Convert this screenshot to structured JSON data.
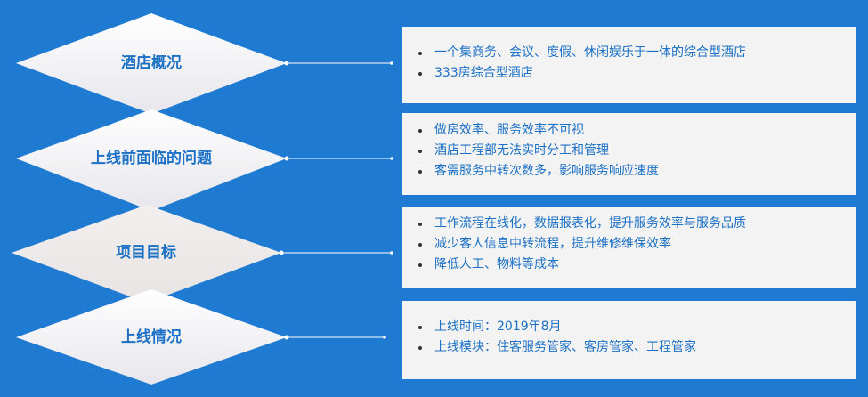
{
  "theme": {
    "background": "#1f7ad2",
    "accent_text": "#1c70c5",
    "panel_bg": "#f3f3f3",
    "diamond_fill_top": "#ffffff",
    "diamond_fill_bottom": "#e6e6ec",
    "connector": "#ffffff"
  },
  "sections": [
    {
      "title": "酒店概况",
      "items": [
        "一个集商务、会议、度假、休闲娱乐于一体的综合型酒店",
        "333房综合型酒店"
      ]
    },
    {
      "title": "上线前面临的问题",
      "items": [
        "做房效率、服务效率不可视",
        "酒店工程部无法实时分工和管理",
        "客需服务中转次数多，影响服务响应速度"
      ]
    },
    {
      "title": "项目目标",
      "items": [
        "工作流程在线化，数据报表化，提升服务效率与服务品质",
        "减少客人信息中转流程，提升维修维保效率",
        "降低人工、物料等成本"
      ]
    },
    {
      "title": "上线情况",
      "items": [
        "上线时间：2019年8月",
        "上线模块：住客服务管家、客房管家、工程管家"
      ]
    }
  ]
}
